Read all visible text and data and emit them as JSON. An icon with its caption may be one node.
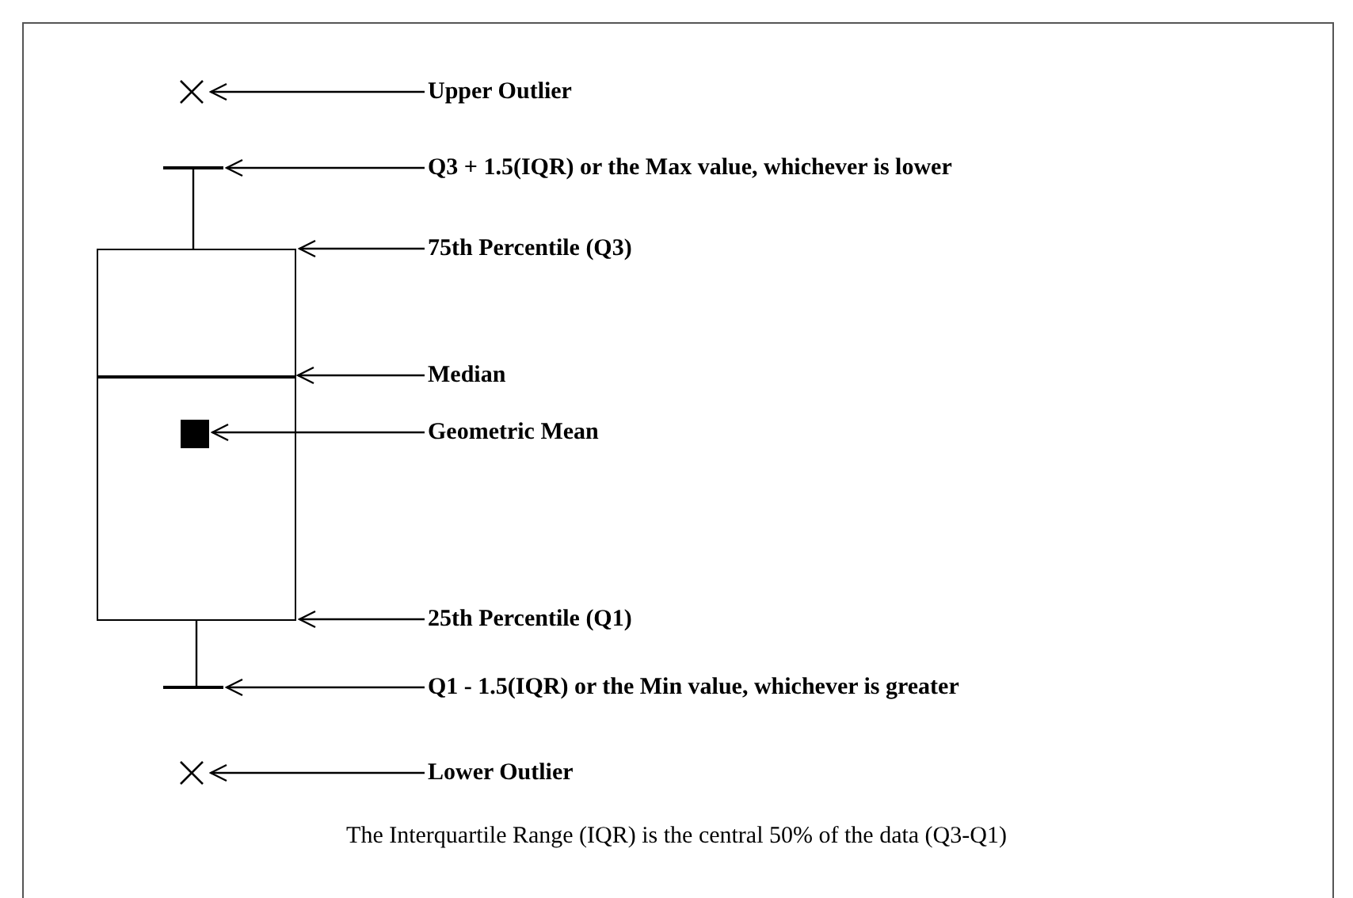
{
  "diagram": {
    "caption": "The Interquartile Range (IQR) is the central 50% of the data (Q3-Q1)",
    "nodes": [
      {
        "text": [],
        "shape": "cross"
      },
      {
        "text": [
          "Upper Outlier"
        ]
      },
      {
        "text": [],
        "shape": "line"
      },
      {
        "text": [
          "Q3 + 1.5(IQR) or the Max value, whichever is lower"
        ]
      },
      {
        "text": [],
        "shape": "box"
      },
      {
        "text": [
          "75th Percentile (Q3)"
        ]
      },
      {
        "text": [],
        "shape": "line",
        "in": 4
      },
      {
        "text": [
          "Median"
        ]
      },
      {
        "text": [],
        "shape": "square",
        "in": 4
      },
      {
        "text": [
          "Geometric Mean"
        ]
      },
      {
        "text": [
          "25th Percentile (Q1)"
        ]
      },
      {
        "text": [],
        "shape": "line"
      },
      {
        "text": [
          "Q1 - 1.5(IQR) or the Min value, whichever is greater"
        ]
      },
      {
        "text": [],
        "shape": "cross"
      },
      {
        "text": [
          "Lower Outlier"
        ]
      }
    ],
    "edges": [
      {
        "from": 1,
        "to": 0,
        "arrow": "to"
      },
      {
        "from": 3,
        "to": 2,
        "arrow": "to"
      },
      {
        "from": 5,
        "to": 4,
        "arrow": "to"
      },
      {
        "from": 7,
        "to": 6,
        "arrow": "to"
      },
      {
        "from": 9,
        "to": 8,
        "arrow": "to"
      },
      {
        "from": 10,
        "to": 4,
        "arrow": "to"
      },
      {
        "from": 12,
        "to": 11,
        "arrow": "to"
      },
      {
        "from": 14,
        "to": 13,
        "arrow": "to"
      },
      {
        "from": 2,
        "to": 4,
        "arrow": "none"
      },
      {
        "from": 4,
        "to": 11,
        "arrow": "none"
      }
    ]
  }
}
